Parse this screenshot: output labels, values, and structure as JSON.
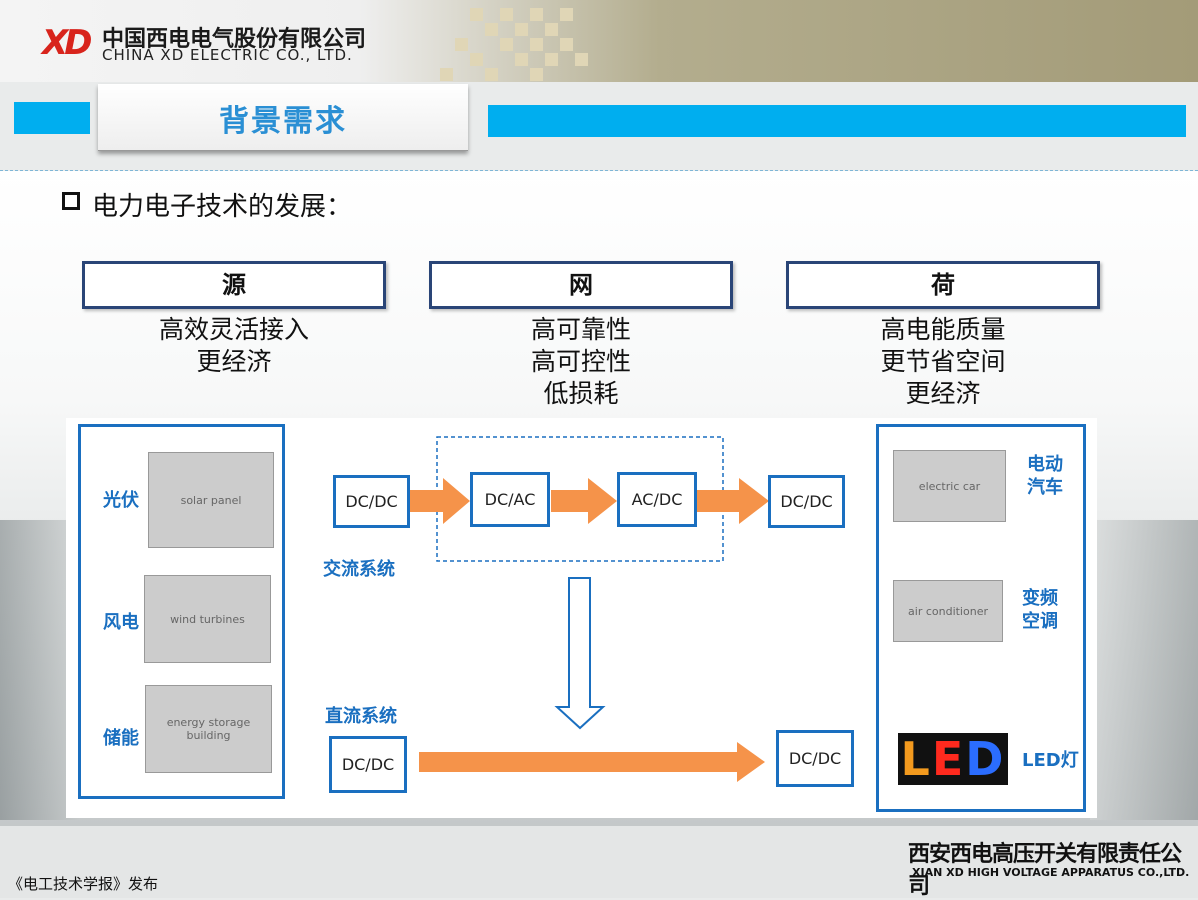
{
  "header": {
    "logo_mark": "XD",
    "company_cn": "中国西电电气股份有限公司",
    "company_en": "CHINA XD ELECTRIC CO., LTD."
  },
  "slide": {
    "title": "背景需求",
    "heading": "电力电子技术的发展："
  },
  "categories": [
    {
      "label": "源",
      "lines": [
        "高效灵活接入",
        "更经济"
      ]
    },
    {
      "label": "网",
      "lines": [
        "高可靠性",
        "高可控性",
        "低损耗"
      ]
    },
    {
      "label": "荷",
      "lines": [
        "高电能质量",
        "更节省空间",
        "更经济"
      ]
    }
  ],
  "sources": [
    {
      "label": "光伏",
      "image": "solar-panel-image"
    },
    {
      "label": "风电",
      "image": "wind-turbine-image"
    },
    {
      "label": "储能",
      "image": "energy-storage-building-image"
    }
  ],
  "loads": [
    {
      "label_lines": [
        "电动",
        "汽车"
      ],
      "image": "electric-car-image"
    },
    {
      "label_lines": [
        "变频",
        "空调"
      ],
      "image": "air-conditioner-image"
    },
    {
      "label_lines": [
        "LED灯"
      ],
      "image": "led-sign-image",
      "led_text": "LED"
    }
  ],
  "converters": {
    "ac_in": "DC/DC",
    "ac_inv": "DC/AC",
    "ac_rect": "AC/DC",
    "ac_out": "DC/DC",
    "dc_in": "DC/DC",
    "dc_out": "DC/DC"
  },
  "systems": {
    "ac": "交流系统",
    "dc": "直流系统"
  },
  "colors": {
    "accent_blue": "#00aeef",
    "box_blue": "#1a6fc0",
    "arrow_orange": "#f5934a",
    "category_border": "#2a4577"
  },
  "footer": {
    "company_cn": "西安西电高压开关有限责任公司",
    "company_en": "XIAN XD HIGH VOLTAGE APPARATUS CO.,LTD.",
    "publisher": "《电工技术学报》发布"
  }
}
